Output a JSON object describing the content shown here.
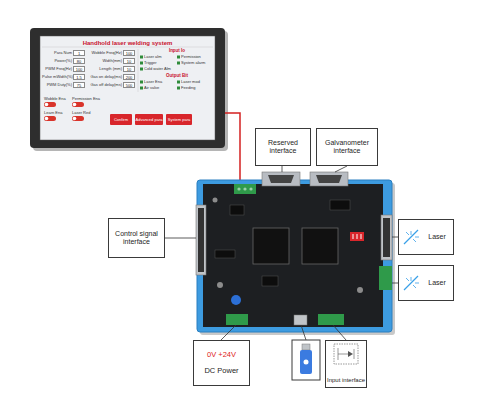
{
  "diagram": {
    "nodes": [
      {
        "text": [
          "Handhold laser welding system"
        ]
      },
      {
        "text": [
          "1"
        ],
        "in": 0
      },
      {
        "text": [
          "100"
        ],
        "in": 0
      },
      {
        "text": [
          "80"
        ],
        "in": 0
      },
      {
        "text": [
          "10"
        ],
        "in": 0
      },
      {
        "text": [
          "100"
        ],
        "in": 0
      },
      {
        "text": [
          "10"
        ],
        "in": 0
      },
      {
        "text": [
          "1.5"
        ],
        "in": 0
      },
      {
        "text": [
          "200"
        ],
        "in": 0
      },
      {
        "text": [
          "75"
        ],
        "in": 0
      },
      {
        "text": [
          "500"
        ],
        "in": 0
      },
      {
        "text": [
          "Confirm"
        ],
        "in": 0
      },
      {
        "text": [
          "Advanced para"
        ],
        "in": 0
      },
      {
        "text": [
          "System para"
        ],
        "in": 0
      },
      {
        "text": [
          "Reserved interface"
        ]
      },
      {
        "text": [
          "Galvanometer interface"
        ]
      },
      {
        "text": [
          "Control signal interface"
        ]
      },
      {
        "text": [
          "Laser"
        ]
      },
      {
        "text": [
          "Laser"
        ]
      },
      {
        "text": [
          "0V +24V",
          "DC Power"
        ]
      },
      {
        "text": [
          "Input interface"
        ]
      }
    ],
    "labels": [
      "Para Num",
      "Wobble Freq(Hz)",
      "Power(%)",
      "Width(mm)",
      "PWM Freq(Hz)",
      "Length (mm)",
      "Pulse mWidth(%)",
      "Gas on delay(ms)",
      "PWM Duty(%)",
      "Gas off delay(ms)",
      "Input Io",
      "Laser alm",
      "Permission",
      "Trigger",
      "System alarm",
      "Cold water Alm",
      "Output Bit",
      "Laser Ena",
      "Laser mod",
      "Air valve",
      "Feeding",
      "Wobble Ena",
      "Permission Ena",
      "Learn Ena",
      "Laser Red"
    ]
  }
}
